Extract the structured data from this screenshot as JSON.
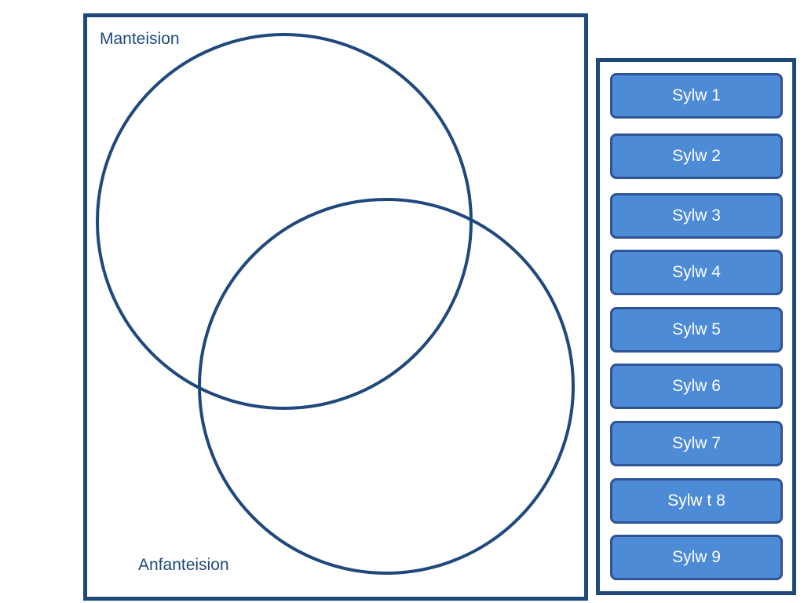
{
  "venn": {
    "label_top": "Manteision",
    "label_bottom": "Anfanteision"
  },
  "items": [
    "Sylw 1",
    "Sylw 2",
    "Sylw 3",
    "Sylw 4",
    "Sylw 5",
    "Sylw 6",
    "Sylw 7",
    "Sylw t 8",
    "Sylw 9"
  ],
  "colors": {
    "outline": "#1f497d",
    "tile_fill": "#4e8bd6",
    "tile_border": "#2f5597",
    "tile_text": "#ffffff"
  }
}
